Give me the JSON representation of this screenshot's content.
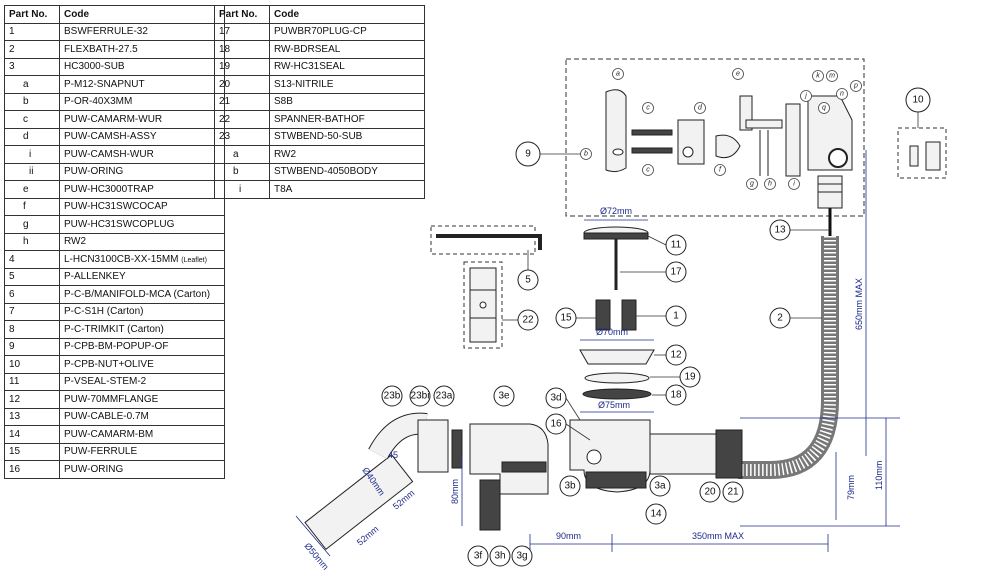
{
  "table_headers": {
    "part_no": "Part No.",
    "code": "Code"
  },
  "parts_left": [
    {
      "no": "1",
      "code": "BSWFERRULE-32",
      "level": 0
    },
    {
      "no": "2",
      "code": "FLEXBATH-27.5",
      "level": 0
    },
    {
      "no": "3",
      "code": "HC3000-SUB",
      "level": 0
    },
    {
      "no": "a",
      "code": "P-M12-SNAPNUT",
      "level": 1
    },
    {
      "no": "b",
      "code": "P-OR-40X3MM",
      "level": 1
    },
    {
      "no": "c",
      "code": "PUW-CAMARM-WUR",
      "level": 1
    },
    {
      "no": "d",
      "code": "PUW-CAMSH-ASSY",
      "level": 1
    },
    {
      "no": "i",
      "code": "PUW-CAMSH-WUR",
      "level": 2
    },
    {
      "no": "ii",
      "code": "PUW-ORING",
      "level": 2
    },
    {
      "no": "e",
      "code": "PUW-HC3000TRAP",
      "level": 1
    },
    {
      "no": "f",
      "code": "PUW-HC31SWCOCAP",
      "level": 1
    },
    {
      "no": "g",
      "code": "PUW-HC31SWCOPLUG",
      "level": 1
    },
    {
      "no": "h",
      "code": "RW2",
      "level": 1
    },
    {
      "no": "4",
      "code": "L-HCN3100CB-XX-15MM",
      "note": "(Leaflet)",
      "level": 0
    },
    {
      "no": "5",
      "code": "P-ALLENKEY",
      "level": 0
    },
    {
      "no": "6",
      "code": "P-C-B/MANIFOLD-MCA (Carton)",
      "level": 0
    },
    {
      "no": "7",
      "code": "P-C-S1H (Carton)",
      "level": 0
    },
    {
      "no": "8",
      "code": "P-C-TRIMKIT (Carton)",
      "level": 0
    },
    {
      "no": "9",
      "code": "P-CPB-BM-POPUP-OF",
      "level": 0
    },
    {
      "no": "10",
      "code": "P-CPB-NUT+OLIVE",
      "level": 0
    },
    {
      "no": "11",
      "code": "P-VSEAL-STEM-2",
      "level": 0
    },
    {
      "no": "12",
      "code": "PUW-70MMFLANGE",
      "level": 0
    },
    {
      "no": "13",
      "code": "PUW-CABLE-0.7M",
      "level": 0
    },
    {
      "no": "14",
      "code": "PUW-CAMARM-BM",
      "level": 0
    },
    {
      "no": "15",
      "code": "PUW-FERRULE",
      "level": 0
    },
    {
      "no": "16",
      "code": "PUW-ORING",
      "level": 0
    }
  ],
  "parts_right": [
    {
      "no": "17",
      "code": "PUWBR70PLUG-CP",
      "level": 0
    },
    {
      "no": "18",
      "code": "RW-BDRSEAL",
      "level": 0
    },
    {
      "no": "19",
      "code": "RW-HC31SEAL",
      "level": 0
    },
    {
      "no": "20",
      "code": "S13-NITRILE",
      "level": 0
    },
    {
      "no": "21",
      "code": "S8B",
      "level": 0
    },
    {
      "no": "22",
      "code": "SPANNER-BATHOF",
      "level": 0
    },
    {
      "no": "23",
      "code": "STWBEND-50-SUB",
      "level": 0
    },
    {
      "no": "a",
      "code": "RW2",
      "level": 1
    },
    {
      "no": "b",
      "code": "STWBEND-4050BODY",
      "level": 1
    },
    {
      "no": "i",
      "code": "T8A",
      "level": 2
    }
  ],
  "dimensions": {
    "d72": "Ø72mm",
    "d70": "Ø70mm",
    "d75": "Ø75mm",
    "d50": "Ø50mm",
    "d40": "Ø40mm",
    "l52a": "52mm",
    "l52b": "52mm",
    "angle": "45",
    "h80": "80mm",
    "l90": "90mm",
    "l350": "350mm MAX",
    "h650": "650mm MAX",
    "h79": "79mm",
    "h110": "110mm"
  },
  "callouts": [
    "1",
    "2",
    "3a",
    "3b",
    "3d",
    "3e",
    "3f",
    "3g",
    "3h",
    "5",
    "9",
    "10",
    "11",
    "12",
    "13",
    "14",
    "15",
    "16",
    "17",
    "18",
    "19",
    "20",
    "21",
    "22",
    "23a",
    "23b",
    "23bi"
  ],
  "mini_labels": [
    "a",
    "b",
    "c",
    "c",
    "d",
    "e",
    "f",
    "g",
    "h",
    "i",
    "j",
    "k",
    "m",
    "n",
    "p",
    "q"
  ]
}
